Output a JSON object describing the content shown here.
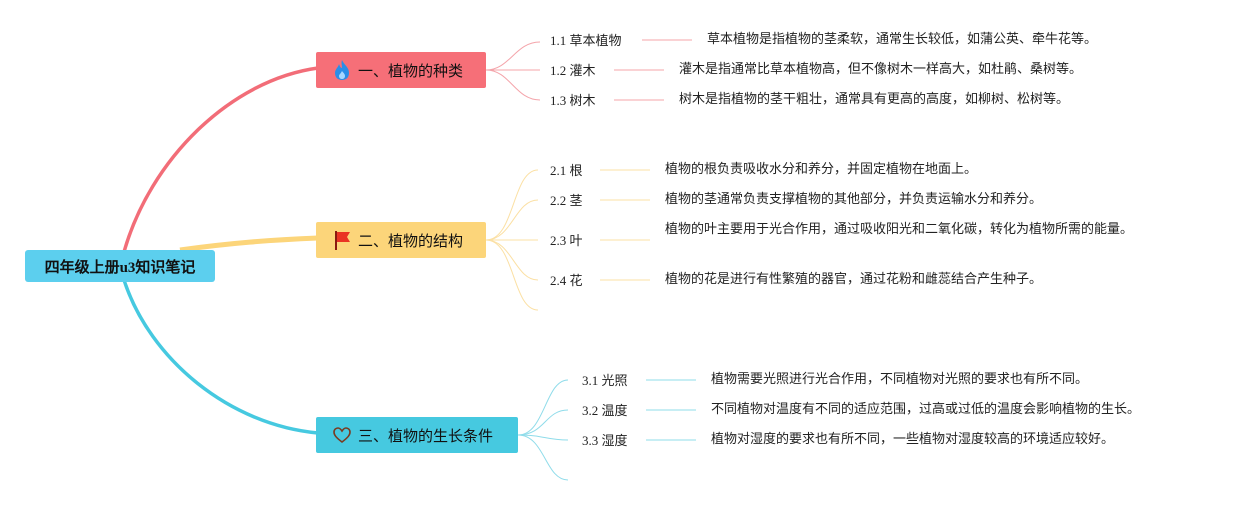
{
  "root": {
    "title": "四年级上册u3知识笔记"
  },
  "colors": {
    "root": "#5ccfee",
    "branch1": "#f66f78",
    "branch2": "#fcd57a",
    "branch3": "#46c9e0"
  },
  "branches": [
    {
      "title": "一、植物的种类",
      "icon": "fire-icon",
      "items": [
        {
          "label": "1.1 草本植物",
          "desc": "草本植物是指植物的茎柔软，通常生长较低，如蒲公英、牵牛花等。"
        },
        {
          "label": "1.2 灌木",
          "desc": "灌木是指通常比草本植物高，但不像树木一样高大，如杜鹃、桑树等。"
        },
        {
          "label": "1.3 树木",
          "desc": "树木是指植物的茎干粗壮，通常具有更高的高度，如柳树、松树等。"
        }
      ]
    },
    {
      "title": "二、植物的结构",
      "icon": "flag-icon",
      "items": [
        {
          "label": "2.1 根",
          "desc": "植物的根负责吸收水分和养分，并固定植物在地面上。"
        },
        {
          "label": "2.2 茎",
          "desc": "植物的茎通常负责支撑植物的其他部分，并负责运输水分和养分。"
        },
        {
          "label": "2.3 叶",
          "desc": "植物的叶主要用于光合作用，通过吸收阳光和二氧化碳，转化为植物所需的能量。"
        },
        {
          "label": "2.4 花",
          "desc": "植物的花是进行有性繁殖的器官，通过花粉和雌蕊结合产生种子。"
        }
      ]
    },
    {
      "title": "三、植物的生长条件",
      "icon": "heart-icon",
      "items": [
        {
          "label": "3.1 光照",
          "desc": "植物需要光照进行光合作用，不同植物对光照的要求也有所不同。"
        },
        {
          "label": "3.2 温度",
          "desc": "不同植物对温度有不同的适应范围，过高或过低的温度会影响植物的生长。"
        },
        {
          "label": "3.3 湿度",
          "desc": "植物对湿度的要求也有所不同，一些植物对湿度较高的环境适应较好。"
        }
      ]
    }
  ]
}
